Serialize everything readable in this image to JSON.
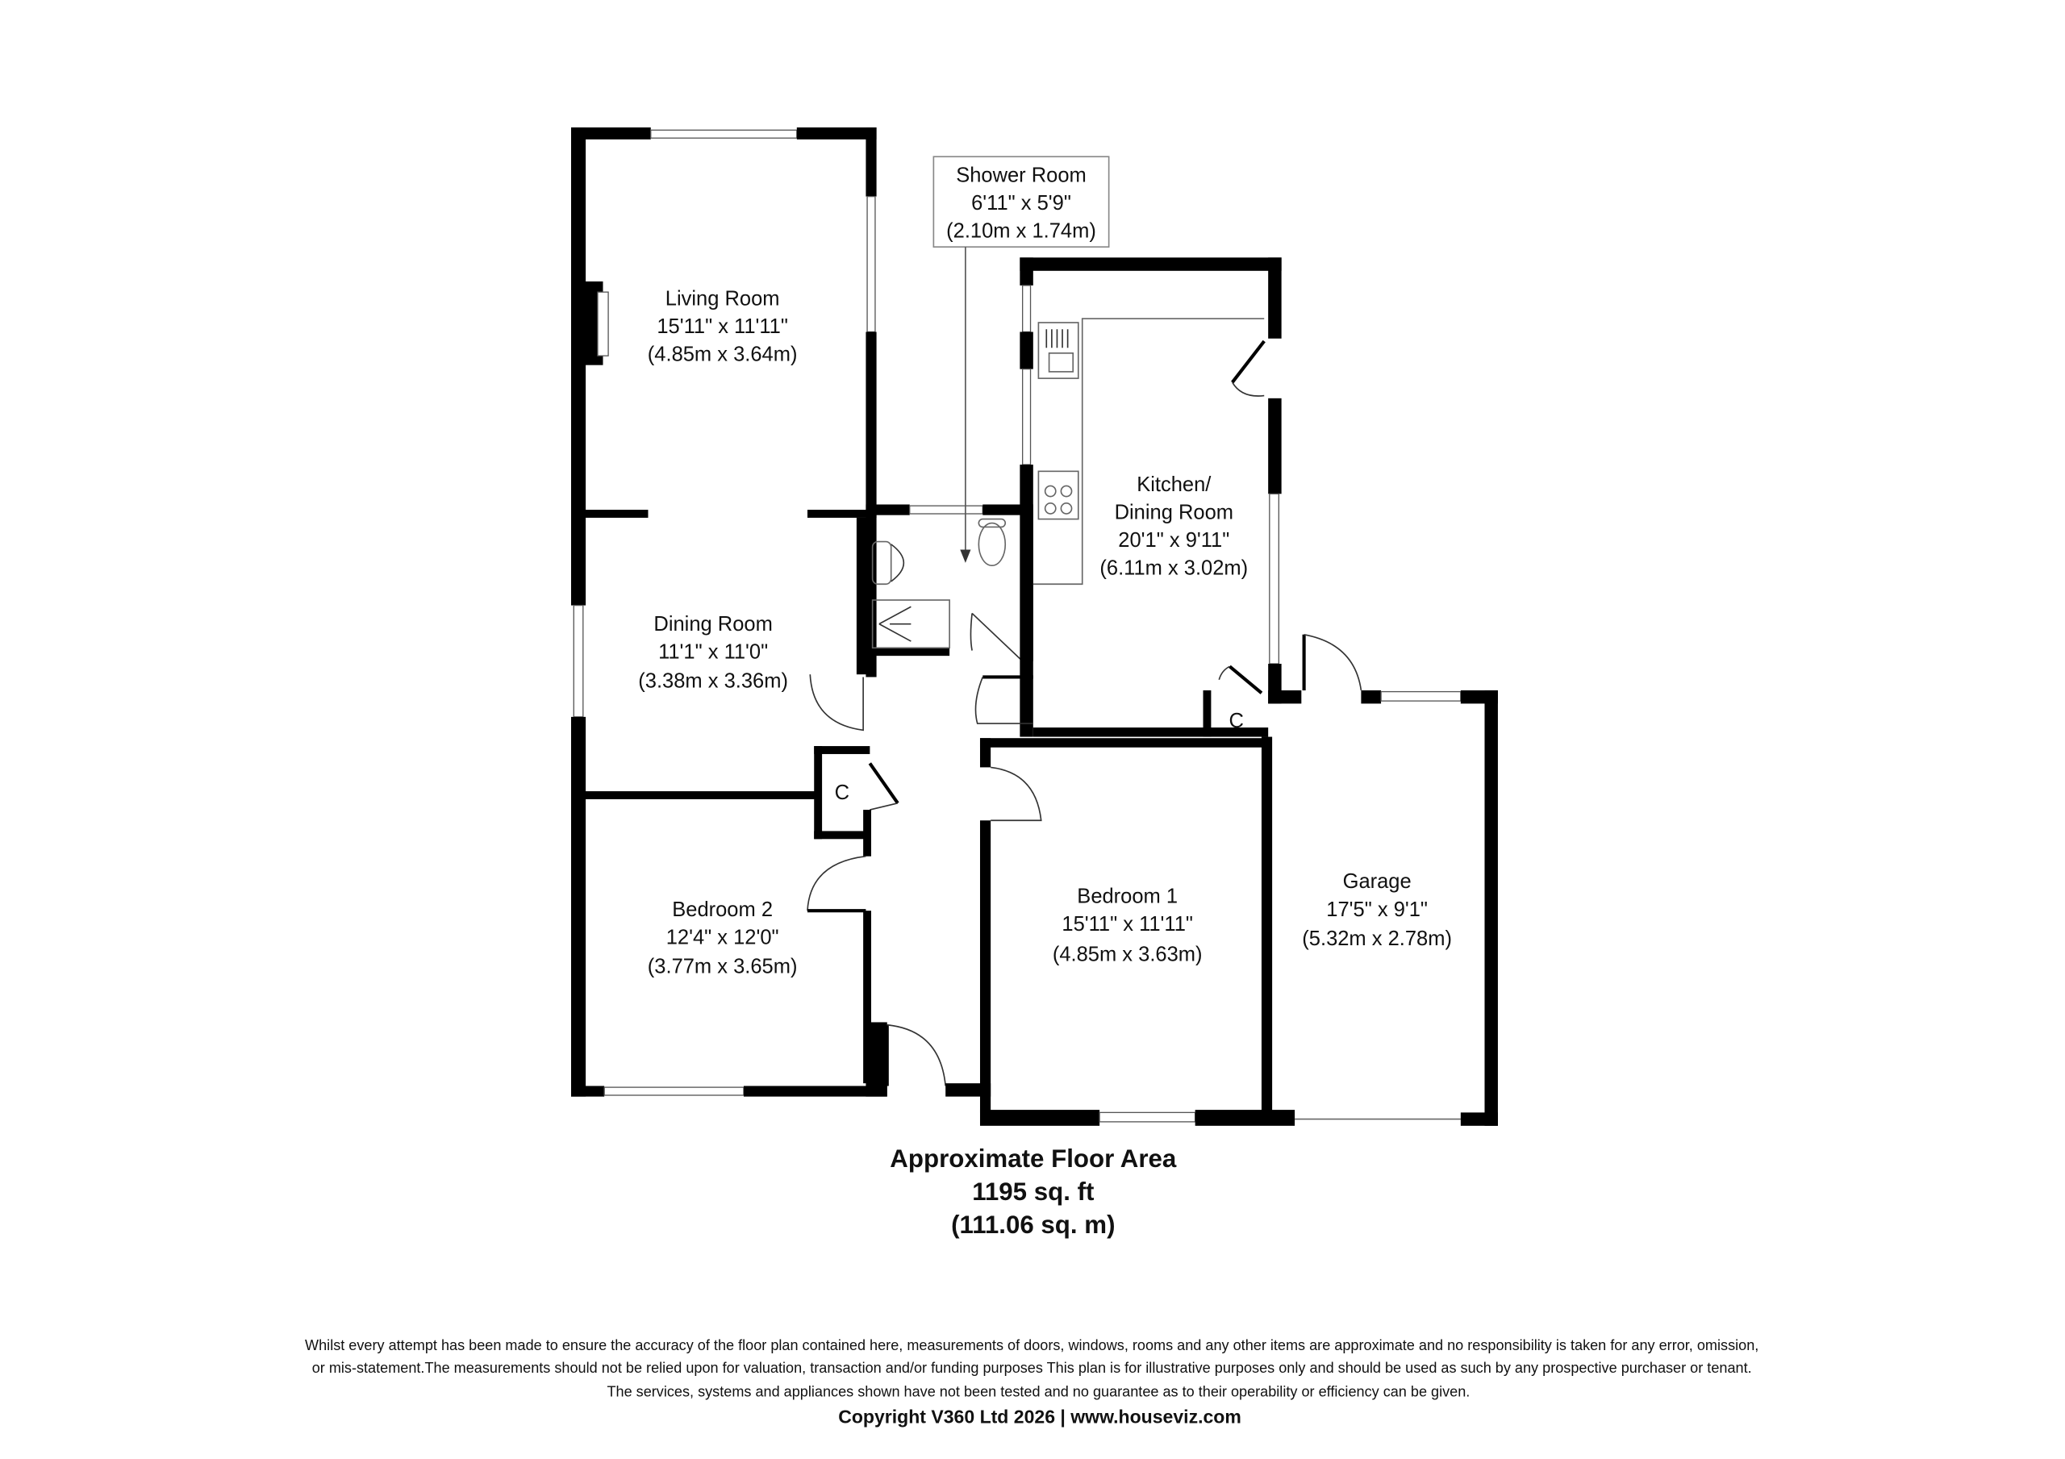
{
  "rooms": {
    "living": {
      "name": "Living Room",
      "imperial": "15'11\" x 11'11\"",
      "metric": "(4.85m x 3.64m)"
    },
    "shower": {
      "name": "Shower Room",
      "imperial": "6'11\" x 5'9\"",
      "metric": "(2.10m x 1.74m)"
    },
    "kitchen": {
      "name1": "Kitchen/",
      "name2": "Dining Room",
      "imperial": "20'1\" x 9'11\"",
      "metric": "(6.11m x 3.02m)"
    },
    "dining": {
      "name": "Dining Room",
      "imperial": "11'1\" x 11'0\"",
      "metric": "(3.38m x 3.36m)"
    },
    "bedroom2": {
      "name": "Bedroom 2",
      "imperial": "12'4\" x 12'0\"",
      "metric": "(3.77m x 3.65m)"
    },
    "bedroom1": {
      "name": "Bedroom 1",
      "imperial": "15'11\" x 11'11\"",
      "metric": "(4.85m x 3.63m)"
    },
    "garage": {
      "name": "Garage",
      "imperial": "17'5\" x 9'1\"",
      "metric": "(5.32m x 2.78m)"
    },
    "cupboard_label": "C"
  },
  "floor_area": {
    "title": "Approximate Floor Area",
    "imperial": "1195 sq. ft",
    "metric": "(111.06 sq. m)"
  },
  "disclaimer": {
    "line1": "Whilst every attempt has been made to ensure the accuracy of the floor plan contained here, measurements of doors, windows, rooms and any other items are approximate and no responsibility is taken for any error, omission,",
    "line2": "or mis-statement.The measurements should not be relied upon for valuation, transaction and/or funding purposes This plan is for illustrative purposes only and should be used as such by any prospective purchaser or tenant.",
    "line3": "The services, systems and appliances shown have not been tested and no guarantee as to their operability or efficiency can be given.",
    "copyright": "Copyright V360 Ltd 2026 | www.houseviz.com"
  }
}
